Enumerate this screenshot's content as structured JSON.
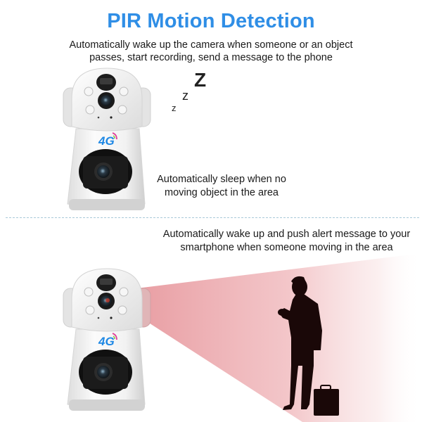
{
  "header": {
    "title": "PIR Motion Detection",
    "subtitle_line1": "Automatically wake up the camera when someone or an object",
    "subtitle_line2": "passes, start recording, send a message to the phone"
  },
  "sleep_section": {
    "zzz": [
      "z",
      "z",
      "Z"
    ],
    "caption_line1": "Automatically sleep when no",
    "caption_line2": "moving object in the area"
  },
  "wake_section": {
    "caption_line1": "Automatically wake up and push alert message to your",
    "caption_line2": "smartphone when someone moving in the area"
  },
  "camera": {
    "badge": "4G",
    "badge_color": "#1e88e5",
    "signal_colors": [
      "#e0409a",
      "#8bc34a"
    ]
  },
  "colors": {
    "title": "#2f8ee6",
    "beam": "#e89a9e",
    "divider": "#a9c9d8",
    "silhouette": "#1a0808"
  }
}
